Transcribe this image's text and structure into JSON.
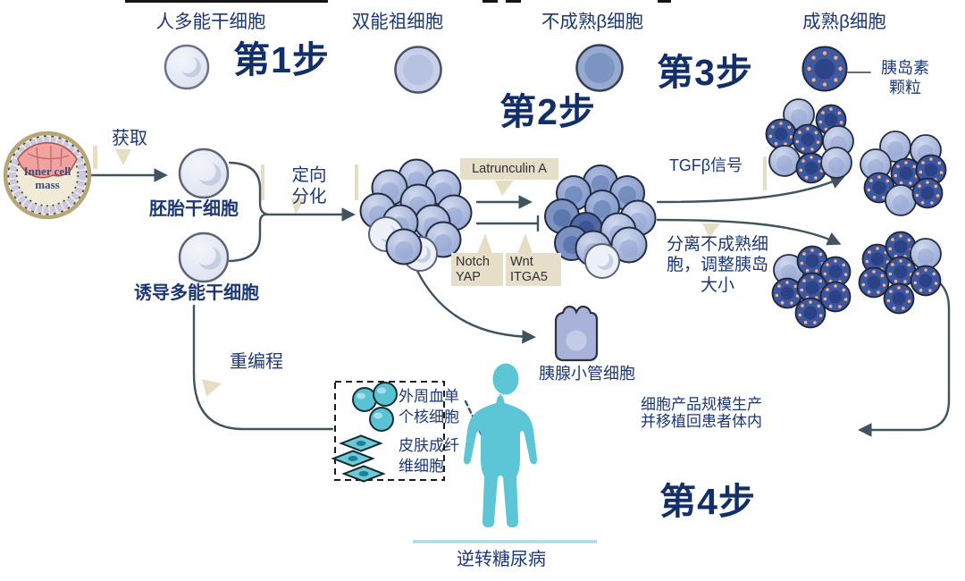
{
  "palette": {
    "label_navy": "#1c3775",
    "step_navy": "#132f6a",
    "arrow_slate": "#3f5361",
    "callout_beige": "#e7deca",
    "cell_light_blue": "#a9b7db",
    "cell_dark_blue": "#3e58a0",
    "granule_orange": "#f3b28c",
    "teal": "#5cc5d6"
  },
  "top": {
    "hpsc": "人多能干细胞",
    "step1": "第1步",
    "bipotent": "双能祖细胞",
    "step2": "第2步",
    "immature_beta": "不成熟β细胞",
    "step3": "第3步",
    "mature_beta": "成熟β细胞",
    "granule_line1": "胰岛素",
    "granule_line2": "颗粒"
  },
  "left": {
    "icm_line1": "Inner cell",
    "icm_line2": "mass",
    "obtain": "获取",
    "es_cell": "胚胎干细胞",
    "ips_cell": "诱导多能干细胞",
    "directed_line1": "定向",
    "directed_line2": "分化",
    "reprogram": "重编程"
  },
  "mid": {
    "latrunculin": "Latrunculin A",
    "notch_line1": "Notch",
    "notch_line2": "YAP",
    "wnt_line1": "Wnt",
    "wnt_line2": "ITGA5",
    "duct_cell": "胰腺小管细胞"
  },
  "right": {
    "tgfb": "TGFβ信号",
    "separate_line1": "分离不成熟细",
    "separate_line2": "胞，调整胰岛",
    "separate_line3": "大小",
    "scale_line1": "细胞产品规模生产",
    "scale_line2": "并移植回患者体内",
    "step4": "第4步"
  },
  "bottom": {
    "pbmc_line1": "外周血单",
    "pbmc_line2": "个核细胞",
    "fibro_line1": "皮肤成纤",
    "fibro_line2": "维细胞",
    "reverse": "逆转糖尿病"
  }
}
